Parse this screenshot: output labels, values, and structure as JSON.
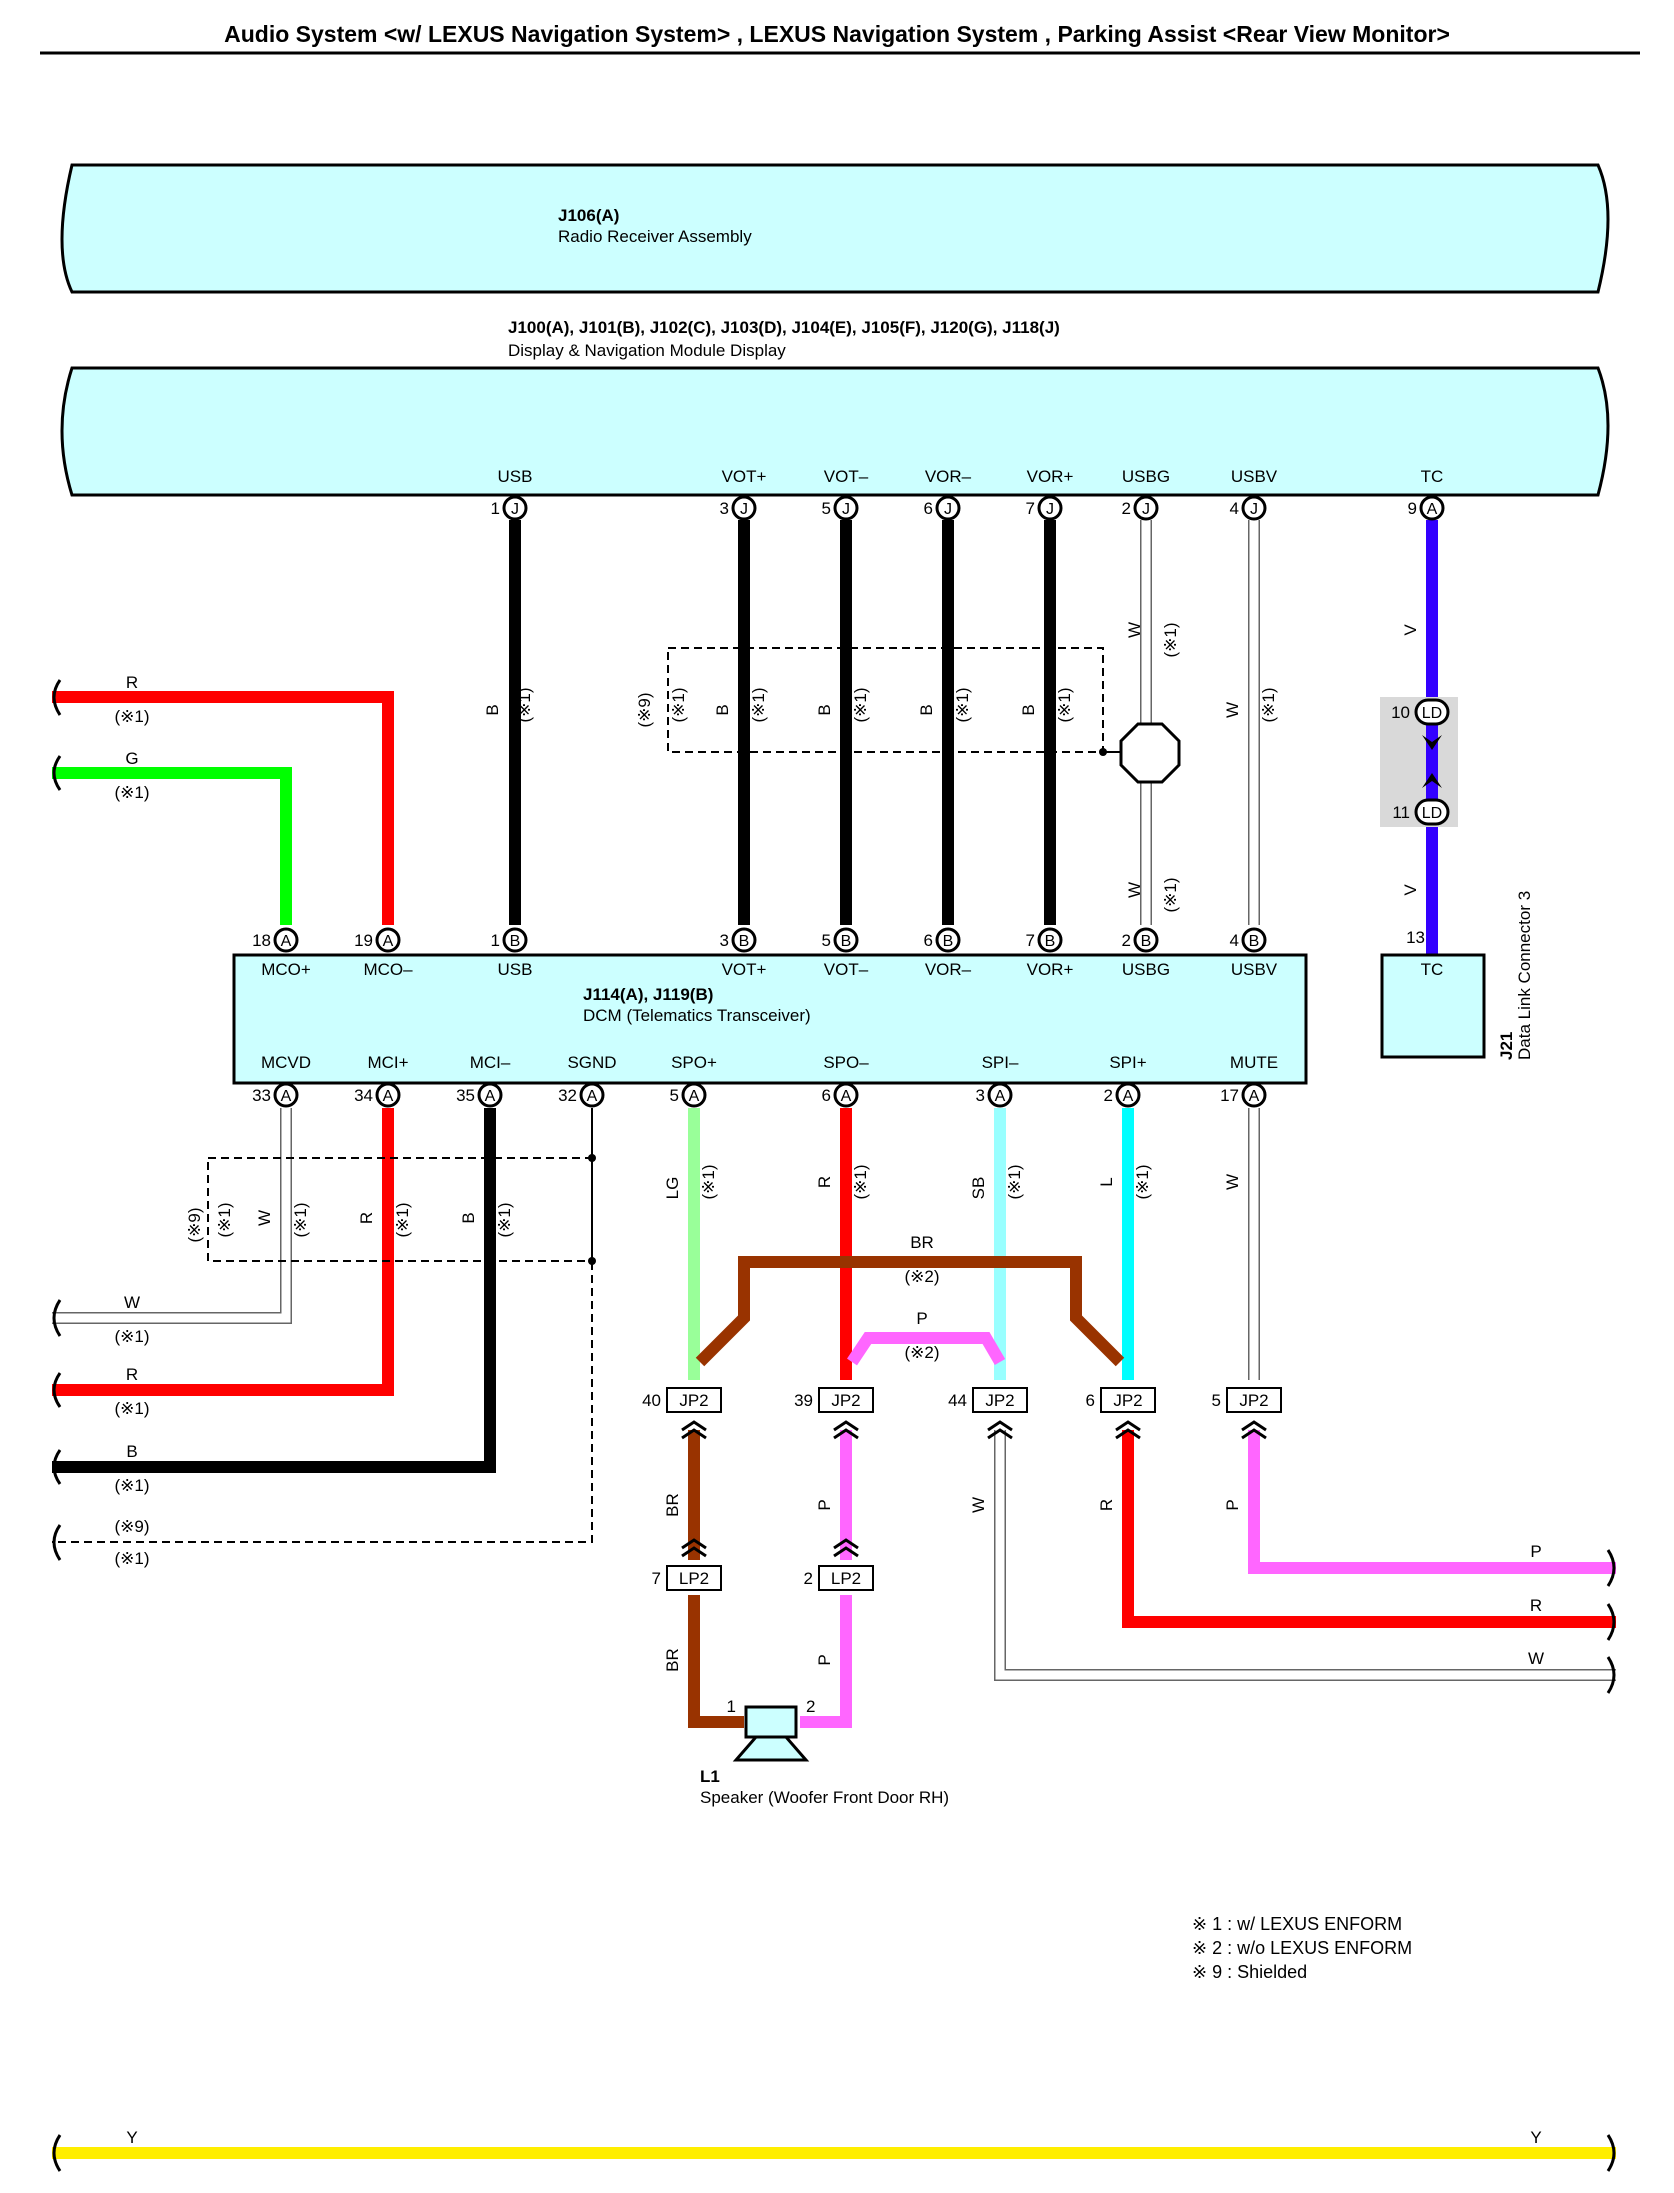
{
  "page": {
    "title": "Audio System <w/ LEXUS Navigation System> , LEXUS Navigation System , Parking Assist <Rear View Monitor>"
  },
  "components": {
    "radio": {
      "code": "J106(A)",
      "name": "Radio Receiver Assembly"
    },
    "display": {
      "code": "J100(A), J101(B), J102(C), J103(D), J104(E), J105(F), J120(G), J118(J)",
      "name": "Display & Navigation Module Display"
    },
    "dcm": {
      "code": "J114(A), J119(B)",
      "name": "DCM (Telematics Transceiver)"
    },
    "dlc": {
      "code": "J21",
      "name": "Data Link Connector 3"
    },
    "speaker": {
      "code": "L1",
      "name": "Speaker (Woofer Front Door RH)"
    }
  },
  "colors": {
    "R": "#ff0000",
    "G": "#00ff00",
    "B": "#000000",
    "W": "#ffffff",
    "V": "#3300ff",
    "LG": "#99ff99",
    "SB": "#99ffff",
    "L": "#00ffff",
    "BR": "#993300",
    "P": "#ff66ff",
    "Y": "#ffee00",
    "box": "#ccffff"
  },
  "display_terminals": [
    {
      "name": "USB",
      "pin": "1",
      "conn": "J"
    },
    {
      "name": "VOT+",
      "pin": "3",
      "conn": "J"
    },
    {
      "name": "VOT–",
      "pin": "5",
      "conn": "J"
    },
    {
      "name": "VOR–",
      "pin": "6",
      "conn": "J"
    },
    {
      "name": "VOR+",
      "pin": "7",
      "conn": "J"
    },
    {
      "name": "USBG",
      "pin": "2",
      "conn": "J"
    },
    {
      "name": "USBV",
      "pin": "4",
      "conn": "J"
    },
    {
      "name": "TC",
      "pin": "9",
      "conn": "A"
    }
  ],
  "dcm_top_terminals": [
    {
      "name": "MCO+",
      "pin": "18",
      "conn": "A"
    },
    {
      "name": "MCO–",
      "pin": "19",
      "conn": "A"
    },
    {
      "name": "USB",
      "pin": "1",
      "conn": "B"
    },
    {
      "name": "VOT+",
      "pin": "3",
      "conn": "B"
    },
    {
      "name": "VOT–",
      "pin": "5",
      "conn": "B"
    },
    {
      "name": "VOR–",
      "pin": "6",
      "conn": "B"
    },
    {
      "name": "VOR+",
      "pin": "7",
      "conn": "B"
    },
    {
      "name": "USBG",
      "pin": "2",
      "conn": "B"
    },
    {
      "name": "USBV",
      "pin": "4",
      "conn": "B"
    }
  ],
  "dcm_bottom_terminals": [
    {
      "name": "MCVD",
      "pin": "33",
      "conn": "A"
    },
    {
      "name": "MCI+",
      "pin": "34",
      "conn": "A"
    },
    {
      "name": "MCI–",
      "pin": "35",
      "conn": "A"
    },
    {
      "name": "SGND",
      "pin": "32",
      "conn": "A"
    },
    {
      "name": "SPO+",
      "pin": "5",
      "conn": "A"
    },
    {
      "name": "SPO–",
      "pin": "6",
      "conn": "A"
    },
    {
      "name": "SPI–",
      "pin": "3",
      "conn": "A"
    },
    {
      "name": "SPI+",
      "pin": "2",
      "conn": "A"
    },
    {
      "name": "MUTE",
      "pin": "17",
      "conn": "A"
    }
  ],
  "dlc_terminal": {
    "name": "TC",
    "pin": "13"
  },
  "ld_connectors": [
    {
      "pin": "10",
      "conn": "LD"
    },
    {
      "pin": "11",
      "conn": "LD"
    }
  ],
  "jp2": [
    {
      "pin": "40",
      "conn": "JP2"
    },
    {
      "pin": "39",
      "conn": "JP2"
    },
    {
      "pin": "44",
      "conn": "JP2"
    },
    {
      "pin": "6",
      "conn": "JP2"
    },
    {
      "pin": "5",
      "conn": "JP2"
    }
  ],
  "lp2": [
    {
      "pin": "7",
      "conn": "LP2"
    },
    {
      "pin": "2",
      "conn": "LP2"
    }
  ],
  "speaker_pins": [
    "1",
    "2"
  ],
  "wire_labels": {
    "R": "R",
    "G": "G",
    "B": "B",
    "W": "W",
    "V": "V",
    "LG": "LG",
    "SB": "SB",
    "L": "L",
    "BR": "BR",
    "P": "P",
    "Y": "Y",
    "n1": "(※1)",
    "n2": "(※2)",
    "n9": "(※9)"
  },
  "legend": [
    "※ 1 : w/ LEXUS ENFORM",
    "※ 2 : w/o LEXUS ENFORM",
    "※ 9 : Shielded"
  ]
}
